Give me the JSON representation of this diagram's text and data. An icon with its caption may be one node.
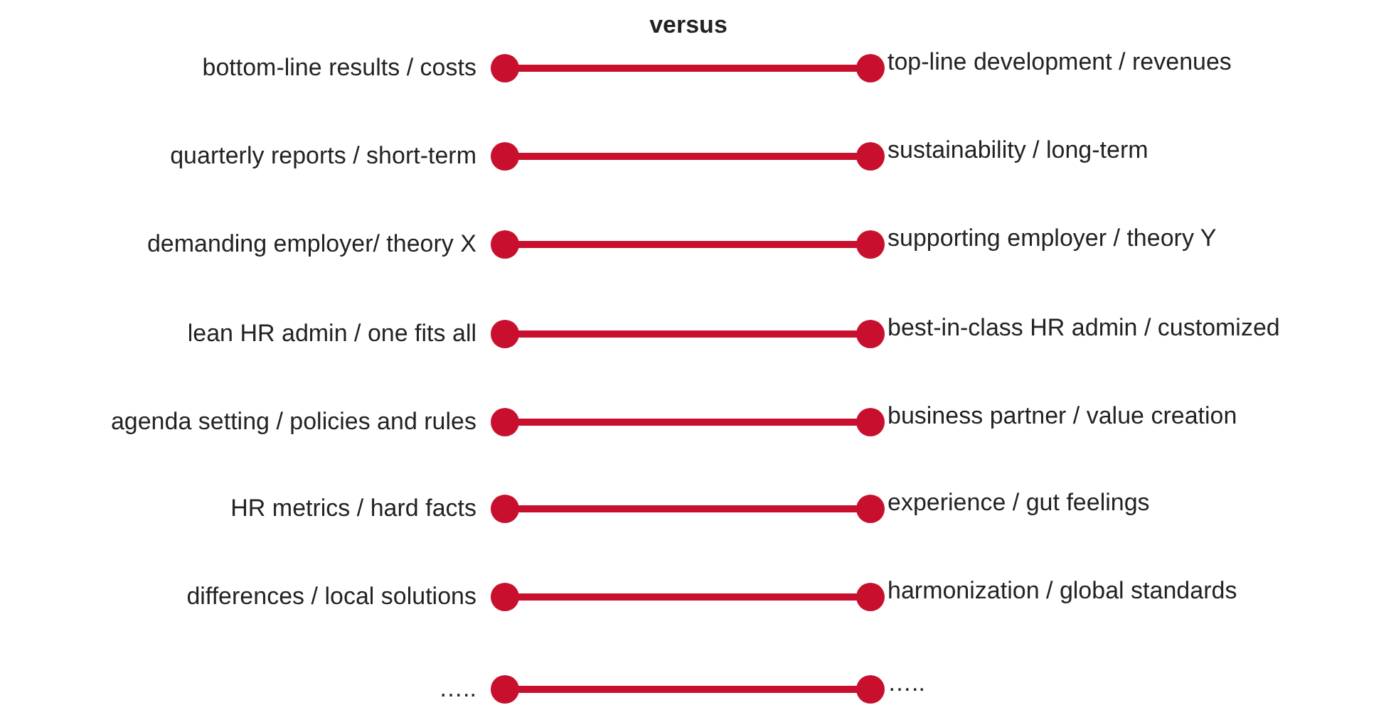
{
  "diagram": {
    "nodes": [
      {
        "text": [
          "bottom-line results / costs"
        ]
      },
      {
        "text": [
          "top-line development / revenues"
        ]
      },
      {
        "text": [
          "quarterly reports / short-term"
        ]
      },
      {
        "text": [
          "sustainability / long-term"
        ]
      },
      {
        "text": [
          "demanding employer/ theory X"
        ]
      },
      {
        "text": [
          "supporting employer / theory Y"
        ]
      },
      {
        "text": [
          "lean HR admin / one fits all"
        ]
      },
      {
        "text": [
          "best-in-class HR admin / customized"
        ]
      },
      {
        "text": [
          "agenda setting / policies and rules"
        ]
      },
      {
        "text": [
          "business partner / value creation"
        ]
      },
      {
        "text": [
          "HR metrics / hard facts"
        ]
      },
      {
        "text": [
          "experience / gut feelings"
        ]
      },
      {
        "text": [
          "differences / local solutions"
        ]
      },
      {
        "text": [
          "harmonization / global standards"
        ]
      },
      {
        "text": [
          "….."
        ]
      },
      {
        "text": [
          "….."
        ]
      }
    ],
    "edges": [
      {
        "from": 0,
        "to": 1,
        "arrow": "other"
      },
      {
        "from": 2,
        "to": 3,
        "arrow": "other"
      },
      {
        "from": 4,
        "to": 5,
        "arrow": "other"
      },
      {
        "from": 6,
        "to": 7,
        "arrow": "other"
      },
      {
        "from": 8,
        "to": 9,
        "arrow": "other"
      },
      {
        "from": 10,
        "to": 11,
        "arrow": "other"
      },
      {
        "from": 12,
        "to": 13,
        "arrow": "other"
      },
      {
        "from": 14,
        "to": 15,
        "arrow": "other"
      }
    ],
    "labels": [
      "versus"
    ]
  }
}
